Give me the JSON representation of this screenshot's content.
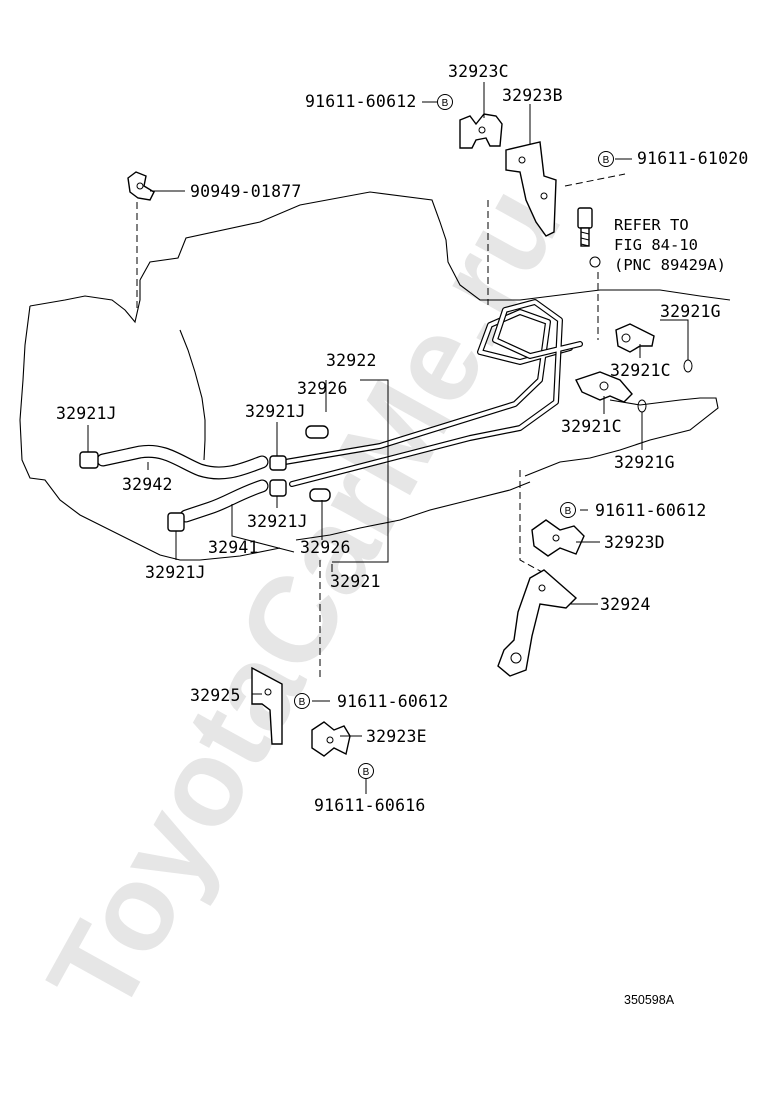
{
  "watermark": "ToyotaCarMe.ru",
  "diagram_code": "350598A",
  "bolt_marker": "B",
  "reference_note": {
    "line1": "REFER TO",
    "line2": "FIG 84-10",
    "line3": "(PNC 89429A)"
  },
  "labels": {
    "p32923C": "32923C",
    "p32923B": "32923B",
    "b91611_60612_top": "91611-60612",
    "b91611_61020": "91611-61020",
    "p90949_01877": "90949-01877",
    "p32921G_top": "32921G",
    "p32921C_top": "32921C",
    "p32921C_bottom": "32921C",
    "p32921G_bottom": "32921G",
    "p32922": "32922",
    "p32926_top": "32926",
    "p32921J_left": "32921J",
    "p32921J_mid_top": "32921J",
    "p32942": "32942",
    "p32921J_mid_bottom": "32921J",
    "p32941": "32941",
    "p32926_bottom": "32926",
    "p32921J_bottom": "32921J",
    "p32921": "32921",
    "b91611_60612_right": "91611-60612",
    "p32923D": "32923D",
    "p32924": "32924",
    "p32925": "32925",
    "b91611_60612_bottom": "91611-60612",
    "p32923E": "32923E",
    "b91611_60616": "91611-60616"
  }
}
